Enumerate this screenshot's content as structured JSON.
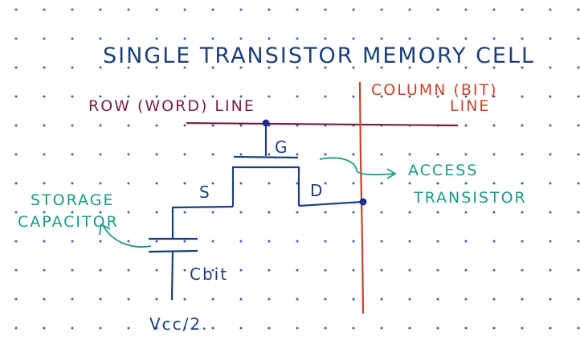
{
  "title": "SINGLE TRANSISTOR MEMORY CELL",
  "labels": {
    "row_line": "ROW (WORD) LINE",
    "column_line_1": "COLUMN (BIT)",
    "column_line_2": "LINE",
    "gate": "G",
    "source": "S",
    "drain": "D",
    "access_1": "ACCESS",
    "access_2": "TRANSISTOR",
    "storage_1": "STORAGE",
    "storage_2": "CAPACITOR",
    "cbit": "Cbit",
    "vcc": "Vcc/2."
  },
  "colors": {
    "ink_blue": "#1d3f7a",
    "ink_red": "#c8432a",
    "ink_maroon": "#7a1f3d",
    "ink_teal": "#1a9a8a",
    "grid_dot": "#3a5dbf",
    "node_dot": "#1a2f8f"
  }
}
